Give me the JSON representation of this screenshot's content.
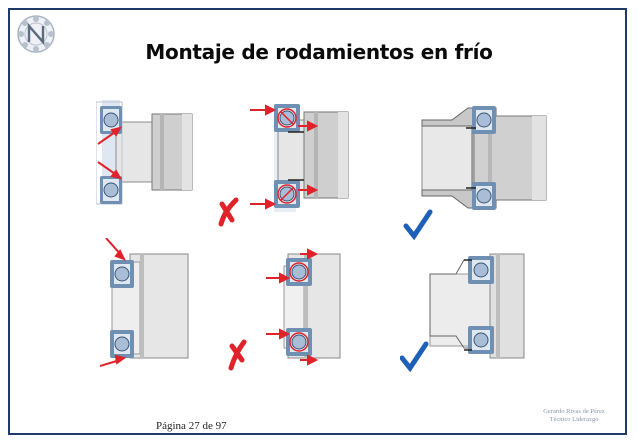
{
  "title": "Montaje de rodamientos en frío",
  "footer": {
    "page_prefix": "Página",
    "page_number": "27",
    "page_sep": "de",
    "page_total": "97"
  },
  "stamp": {
    "line1": "Gerardo Rivas de Pérez",
    "line2": "Técnico Liderazgo"
  },
  "colors": {
    "frame": "#1f3a68",
    "arrow": "#e0222a",
    "check": "#1e5fb8",
    "cross": "#e0222a",
    "ring": "#6f8fb3",
    "ball": "#a9bdd6"
  },
  "panels": [
    {
      "id": "top-left",
      "mark": "none"
    },
    {
      "id": "top-middle",
      "mark": "wrong"
    },
    {
      "id": "top-right",
      "mark": "correct"
    },
    {
      "id": "bottom-left",
      "mark": "none"
    },
    {
      "id": "bottom-middle",
      "mark": "wrong"
    },
    {
      "id": "bottom-right",
      "mark": "correct"
    }
  ]
}
